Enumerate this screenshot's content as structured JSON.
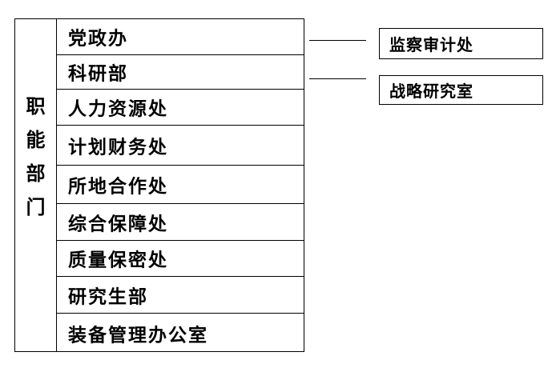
{
  "category": {
    "chars": [
      "职",
      "能",
      "部",
      "门"
    ]
  },
  "departments": [
    "党政办",
    "科研部",
    "人力资源处",
    "计划财务处",
    "所地合作处",
    "综合保障处",
    "质量保密处",
    "研究生部",
    "装备管理办公室"
  ],
  "side_units": [
    "监察审计处",
    "战略研究室"
  ]
}
